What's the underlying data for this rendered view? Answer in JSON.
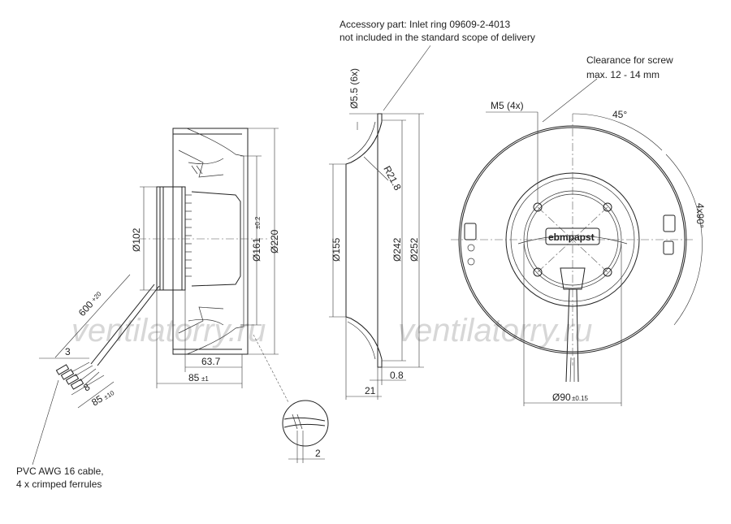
{
  "notes": {
    "accessory_line1": "Accessory part: Inlet ring 09609-2-4013",
    "accessory_line2": "not included in the standard scope of delivery",
    "clearance_line1": "Clearance for screw",
    "clearance_line2": "max. 12 - 14 mm",
    "cable_line1": "PVC AWG 16 cable,",
    "cable_line2": "4 x crimped ferrules"
  },
  "side_view": {
    "d_hub": "Ø102",
    "d_161": "Ø161",
    "d_161_tol": "±0.2",
    "d_220": "Ø220",
    "len_63_7": "63.7",
    "len_85": "85",
    "len_85_tol": "±1",
    "cable_len": "600",
    "cable_len_tol": "+20",
    "wire_3": "3",
    "wire_8": "8",
    "wire_85": "85",
    "wire_85_tol": "±10",
    "detail_2": "2"
  },
  "inlet_ring": {
    "hole": "Ø5.5 (6x)",
    "radius": "R21.8",
    "d_155": "Ø155",
    "d_242": "Ø242",
    "d_252": "Ø252",
    "t_0_8": "0.8",
    "t_21": "21"
  },
  "front_view": {
    "screw": "M5 (4x)",
    "angle_45": "45°",
    "angle_4x90": "4x90°",
    "d_90": "Ø90",
    "d_90_tol": "±0.15",
    "logo": "ebmpapst"
  },
  "watermark": {
    "left": "ventilatorry.ru",
    "right": "ventilatorry.ru"
  }
}
